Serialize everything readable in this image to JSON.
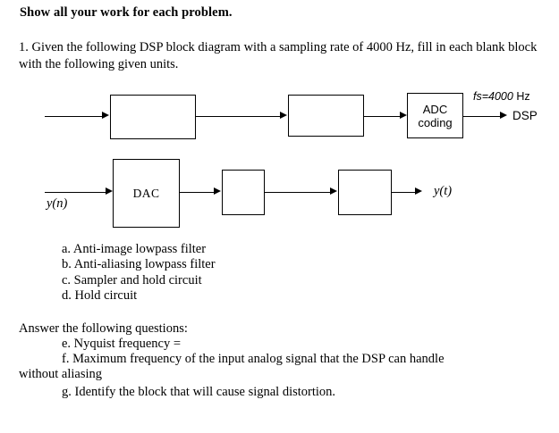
{
  "document": {
    "heading": "Show all your work for each problem.",
    "intro": "1.  Given the following DSP block diagram with a sampling rate of 4000 Hz, fill in each blank block with the following given units.",
    "answer_heading": "Answer the following questions:"
  },
  "diagram": {
    "row1": {
      "input_label": "",
      "blocks": [
        {
          "name": "block-1-blank",
          "label": ""
        },
        {
          "name": "block-2-blank",
          "label": ""
        },
        {
          "name": "block-adc",
          "line1": "ADC",
          "line2": "coding"
        }
      ],
      "sampling_rate_label": "fs=4000",
      "sampling_rate_unit": "Hz",
      "output_label": "DSP"
    },
    "row2": {
      "input_label": "y(n)",
      "blocks": [
        {
          "name": "block-dac",
          "label": "DAC"
        },
        {
          "name": "block-3-blank",
          "label": ""
        },
        {
          "name": "block-4-blank",
          "label": ""
        }
      ],
      "output_label": "y(t)"
    }
  },
  "choices": [
    "a. Anti-image lowpass filter",
    "b. Anti-aliasing lowpass filter",
    "c.  Sampler and hold circuit",
    "d.  Hold circuit"
  ],
  "questions": {
    "e": "e.  Nyquist frequency =",
    "f_line1": "f.  Maximum frequency of the input analog signal that the DSP can handle",
    "f_line2": "without aliasing",
    "g": "g.  Identify the block that will cause signal distortion."
  },
  "colors": {
    "ink": "#000000",
    "page": "#ffffff"
  }
}
